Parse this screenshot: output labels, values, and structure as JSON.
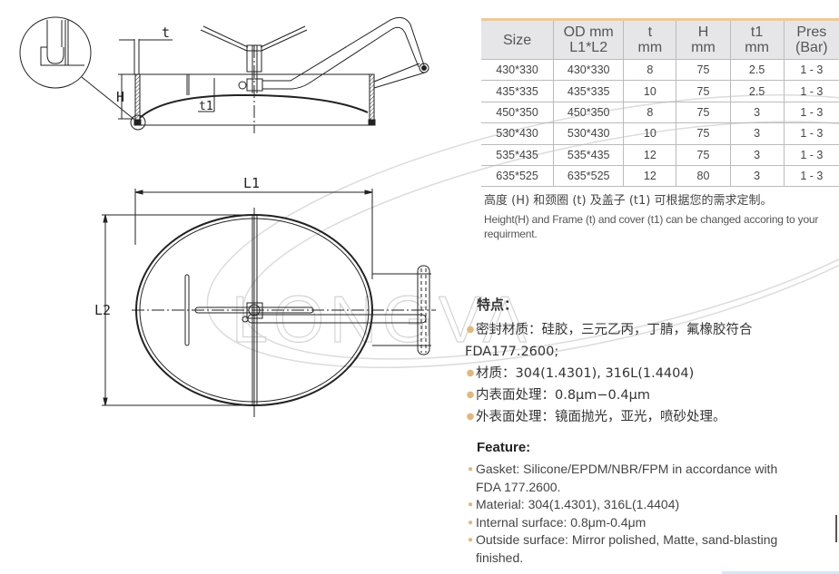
{
  "drawing": {
    "side_view": {
      "dim_t": "t",
      "dim_H": "H",
      "dim_t1": "t1"
    },
    "top_view": {
      "dim_L1": "L1",
      "dim_L2": "L2"
    },
    "watermark": "LONGVA"
  },
  "table": {
    "headers": [
      {
        "line1": "Size",
        "line2": ""
      },
      {
        "line1": "OD mm",
        "line2": "L1*L2"
      },
      {
        "line1": "t",
        "line2": "mm"
      },
      {
        "line1": "H",
        "line2": "mm"
      },
      {
        "line1": "t1",
        "line2": "mm"
      },
      {
        "line1": "Pres",
        "line2": "(Bar)"
      }
    ],
    "rows": [
      [
        "430*330",
        "430*330",
        "8",
        "75",
        "2.5",
        "1 - 3"
      ],
      [
        "435*335",
        "435*335",
        "10",
        "75",
        "2.5",
        "1 - 3"
      ],
      [
        "450*350",
        "450*350",
        "8",
        "75",
        "3",
        "1 - 3"
      ],
      [
        "530*430",
        "530*430",
        "10",
        "75",
        "3",
        "1 - 3"
      ],
      [
        "535*435",
        "535*435",
        "12",
        "75",
        "3",
        "1 - 3"
      ],
      [
        "635*525",
        "635*525",
        "12",
        "80",
        "3",
        "1 - 3"
      ]
    ],
    "accent_color": "#f0c99a",
    "header_bg": "#e6e6e8"
  },
  "notes": {
    "cn": "高度 (H) 和颈圈 (t) 及盖子 (t1) 可根据您的需求定制。",
    "en": "Height(H) and Frame (t) and cover (t1) can be changed accoring to your requirment."
  },
  "features_cn": {
    "title": "特点：",
    "items": [
      {
        "line1": "密封材质：硅胶，三元乙丙，丁腈，氟橡胶符合",
        "line2": "FDA177.2600;"
      },
      {
        "line1": "材质：304(1.4301), 316L(1.4404)",
        "line2": ""
      },
      {
        "line1": "内表面处理：0.8μm−0.4μm",
        "line2": ""
      },
      {
        "line1": "外表面处理：镜面抛光，亚光，喷砂处理。",
        "line2": ""
      }
    ]
  },
  "features_en": {
    "title": "Feature:",
    "items": [
      {
        "line1": "Gasket: Silicone/EPDM/NBR/FPM in accordance with",
        "line2": "FDA 177.2600."
      },
      {
        "line1": "Material: 304(1.4301), 316L(1.4404)",
        "line2": ""
      },
      {
        "line1": "Internal surface: 0.8μm-0.4μm",
        "line2": ""
      },
      {
        "line1": "Outside surface: Mirror polished, Matte, sand-blasting",
        "line2": "finished."
      }
    ],
    "bullet_color": "#e2b77f"
  }
}
